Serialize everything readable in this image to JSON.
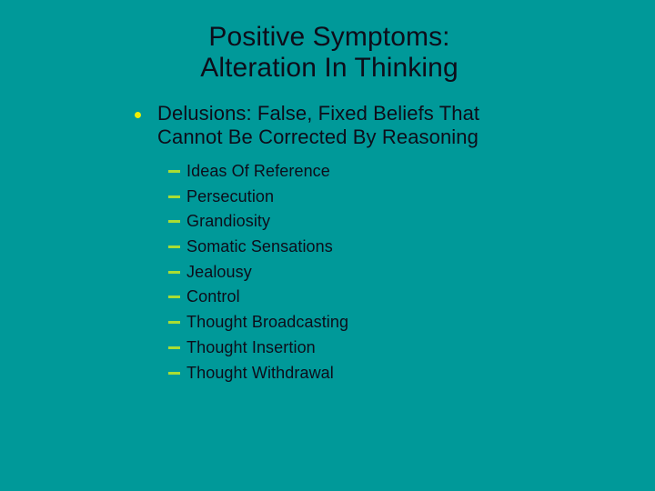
{
  "slide": {
    "background_color": "#009999",
    "text_color": "#0d0d1a",
    "title": {
      "line1": "Positive Symptoms:",
      "line2": "Alteration In Thinking"
    },
    "bullets": [
      {
        "marker": "round-bullet-icon",
        "marker_color": "#eeee00",
        "line1": "Delusions: False, Fixed Beliefs That",
        "line2": "Cannot Be Corrected By Reasoning",
        "sub_marker": "dash-bullet-icon",
        "sub_marker_color": "#aadd33",
        "sub_items": [
          {
            "label": "Ideas Of Reference"
          },
          {
            "label": "Persecution"
          },
          {
            "label": "Grandiosity"
          },
          {
            "label": "Somatic Sensations"
          },
          {
            "label": "Jealousy"
          },
          {
            "label": "Control"
          },
          {
            "label": "Thought Broadcasting"
          },
          {
            "label": "Thought Insertion"
          },
          {
            "label": "Thought Withdrawal"
          }
        ]
      }
    ]
  }
}
